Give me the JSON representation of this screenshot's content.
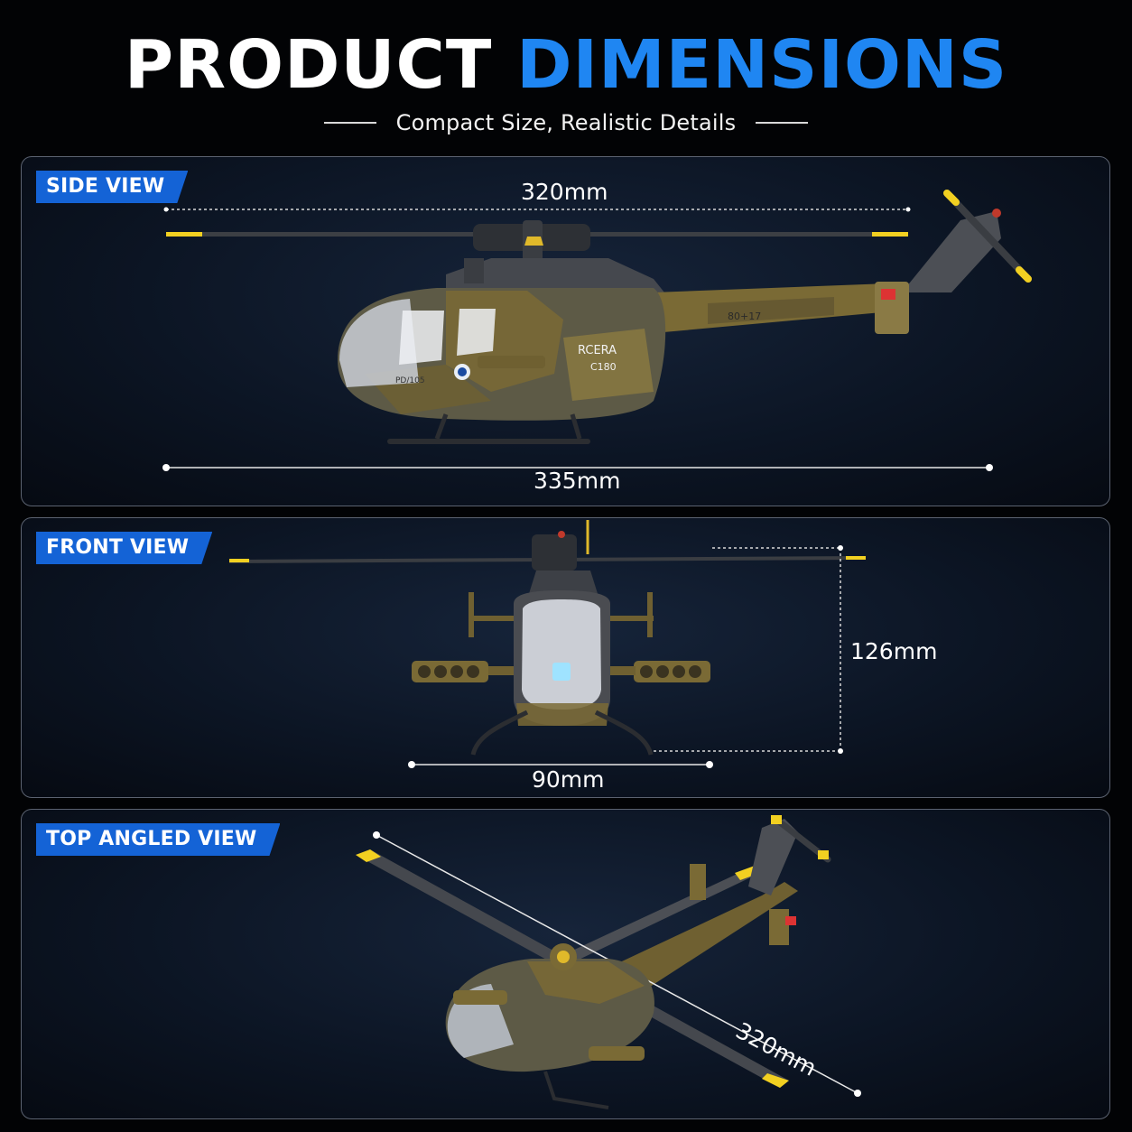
{
  "header": {
    "title_part1": "PRODUCT",
    "title_part2": "DIMENSIONS",
    "subtitle": "Compact Size, Realistic Details"
  },
  "panels": {
    "side_view": {
      "label": "SIDE VIEW",
      "rotor_dimension": "320mm",
      "length_dimension": "335mm",
      "fuselage_text": "RCERA",
      "model_text": "C180",
      "tail_text": "80+17",
      "nose_text": "PD/105"
    },
    "front_view": {
      "label": "FRONT VIEW",
      "height_dimension": "126mm",
      "width_dimension": "90mm"
    },
    "top_view": {
      "label": "TOP ANGLED VIEW",
      "rotor_dimension": "320mm"
    }
  },
  "colors": {
    "accent_blue": "#1f86f2",
    "tag_blue": "#1463d6",
    "camo_olive": "#7a6a35",
    "camo_grey": "#55585e",
    "rotor_tip": "#f2d021"
  }
}
